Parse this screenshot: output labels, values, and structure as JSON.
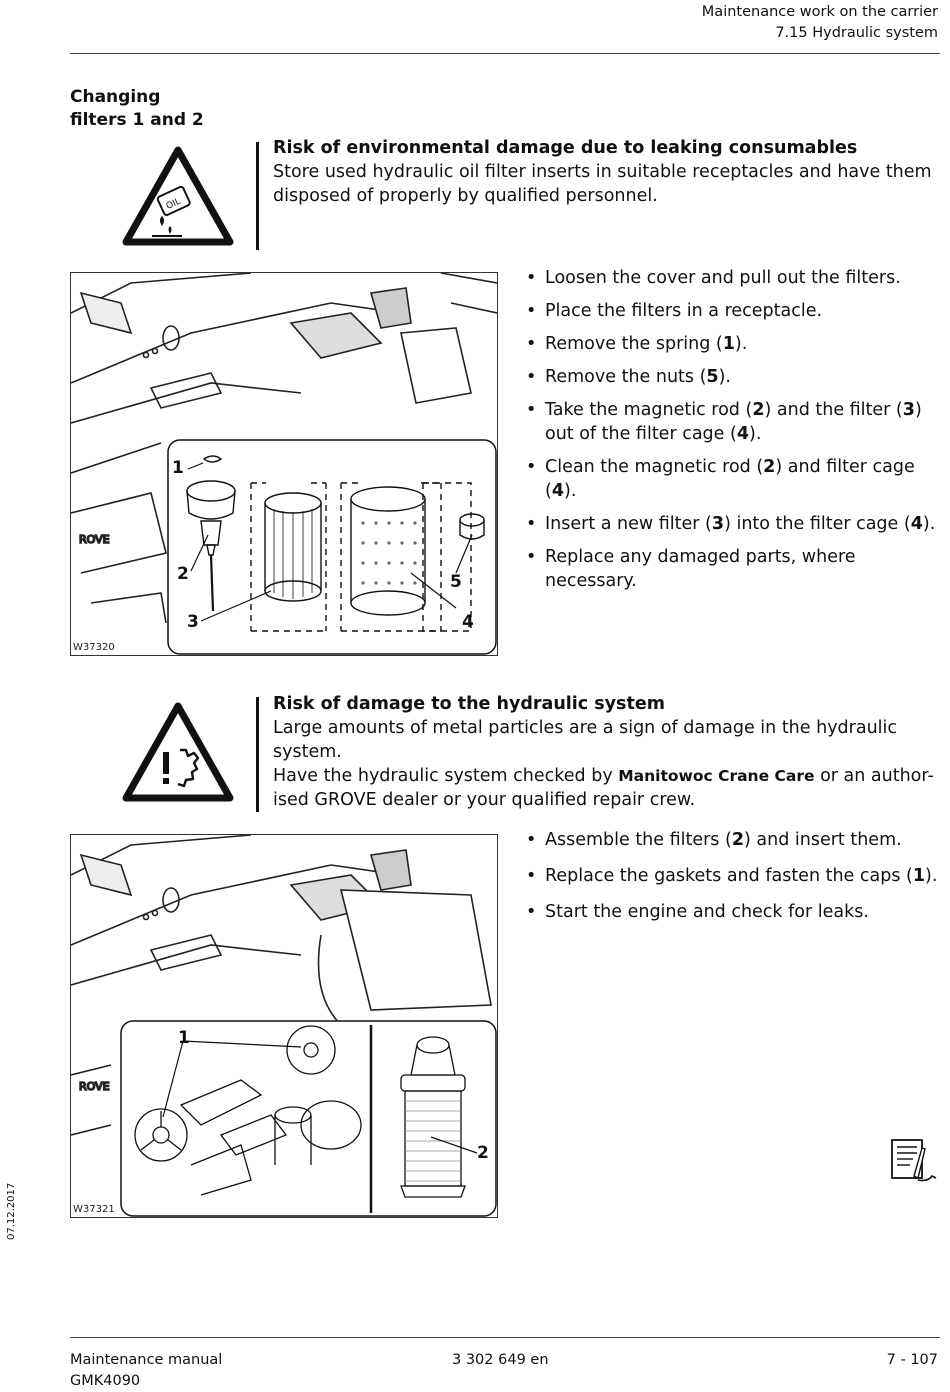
{
  "header": {
    "line1": "Maintenance work on the carrier",
    "line2": "7.15 Hydraulic system"
  },
  "section": {
    "title_line1": "Changing",
    "title_line2": "filters 1 and 2"
  },
  "warning1": {
    "title": "Risk of environmental damage due to leaking consumables",
    "text": "Store used hydraulic oil filter inserts in suitable receptacles and have them disposed of properly by qualified personnel.",
    "icon": "oil-hazard-warning-icon"
  },
  "figure1": {
    "code": "W37320",
    "callouts": {
      "c1": "1",
      "c2": "2",
      "c3": "3",
      "c4": "4",
      "c5": "5"
    }
  },
  "steps1": [
    {
      "text": "Loosen the cover and pull out the filters."
    },
    {
      "text": "Place the filters in a receptacle."
    },
    {
      "pre": "Remove the spring (",
      "b1": "1",
      "post": ")."
    },
    {
      "pre": "Remove the nuts (",
      "b1": "5",
      "post": ")."
    },
    {
      "pre": "Take the magnetic rod (",
      "b1": "2",
      "mid1": ") and the filter (",
      "b2": "3",
      "mid2": ") out of the filter cage (",
      "b3": "4",
      "post": ")."
    },
    {
      "pre": "Clean the magnetic rod (",
      "b1": "2",
      "mid1": ") and filter cage (",
      "b2": "4",
      "post": ")."
    },
    {
      "pre": "Insert a new filter (",
      "b1": "3",
      "mid1": ") into the filter cage (",
      "b2": "4",
      "post": ")."
    },
    {
      "text": "Replace any damaged parts, where necessary."
    }
  ],
  "warning2": {
    "title": "Risk of damage to the hydraulic system",
    "text1": "Large amounts of metal particles are a sign of damage in the hydraulic system.",
    "text2_pre": "Have the hydraulic system checked by ",
    "brand": "Manitowoc Crane Care",
    "text2_post": " or an author-ised GROVE dealer or your qualified repair crew.",
    "icon": "machine-damage-warning-icon"
  },
  "figure2": {
    "code": "W37321",
    "callouts": {
      "c1": "1",
      "c2": "2"
    }
  },
  "steps2": [
    {
      "pre": "Assemble the filters (",
      "b1": "2",
      "post": ") and insert them."
    },
    {
      "pre": "Replace the gaskets and fasten the caps (",
      "b1": "1",
      "post": ")."
    },
    {
      "text": "Start the engine and check for leaks."
    }
  ],
  "footer": {
    "manual": "Maintenance manual",
    "model": "GMK4090",
    "docno": "3 302 649 en",
    "page": "7 - 107"
  },
  "date": "07.12.2017",
  "notes_icon": "document-notes-icon"
}
